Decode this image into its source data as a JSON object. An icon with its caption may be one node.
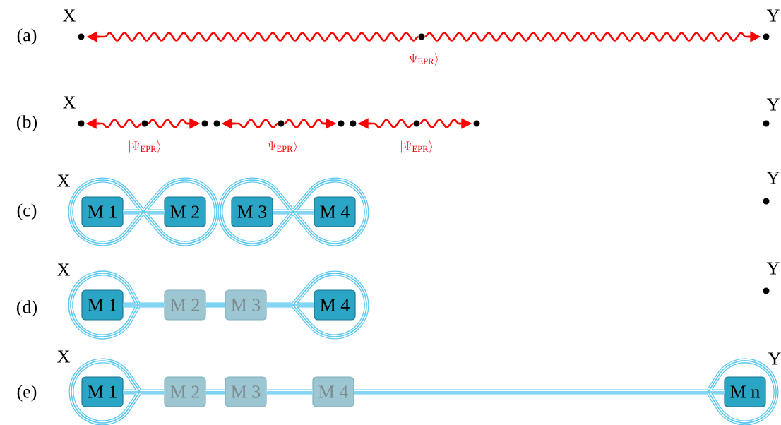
{
  "diagram": {
    "nodes": [
      {
        "text": [],
        "shape": "circle",
        "beside": [
          "X"
        ]
      },
      {
        "text": [],
        "shape": "circle",
        "beside": [
          "|\\Psi_{\\mathrm{EPR}}\\rangle"
        ]
      },
      {
        "text": [],
        "shape": "circle",
        "beside": [
          "Y"
        ]
      },
      {
        "text": [],
        "shape": "circle",
        "beside": [
          "X"
        ]
      },
      {
        "text": [],
        "shape": "circle",
        "beside": [
          "|\\Psi_{\\mathrm{EPR}}\\rangle"
        ]
      },
      {
        "text": [],
        "shape": "circle"
      },
      {
        "text": [],
        "shape": "circle"
      },
      {
        "text": [],
        "shape": "circle",
        "beside": [
          "|\\Psi_{\\mathrm{EPR}}\\rangle"
        ]
      },
      {
        "text": [],
        "shape": "circle"
      },
      {
        "text": [],
        "shape": "circle"
      },
      {
        "text": [],
        "shape": "circle",
        "beside": [
          "|\\Psi_{\\mathrm{EPR}}\\rangle"
        ]
      },
      {
        "text": [],
        "shape": "circle"
      },
      {
        "text": [],
        "shape": "circle",
        "beside": [
          "Y"
        ]
      },
      {
        "text": [
          "M 1"
        ],
        "beside": [
          "X"
        ]
      },
      {
        "text": [
          "M 2"
        ]
      },
      {
        "text": [
          "M 3"
        ]
      },
      {
        "text": [
          "M 4"
        ]
      },
      {
        "text": [],
        "shape": "circle",
        "beside": [
          "Y"
        ]
      },
      {
        "text": [
          "M 1"
        ],
        "beside": [
          "X"
        ]
      },
      {
        "text": [
          "M 2"
        ]
      },
      {
        "text": [
          "M 3"
        ]
      },
      {
        "text": [
          "M 4"
        ]
      },
      {
        "text": [],
        "shape": "circle",
        "beside": [
          "Y"
        ]
      },
      {
        "text": [
          "M 1"
        ],
        "beside": [
          "X"
        ]
      },
      {
        "text": [
          "M 2"
        ]
      },
      {
        "text": [
          "M 3"
        ]
      },
      {
        "text": [
          "M 4"
        ]
      },
      {
        "text": [
          "M n"
        ],
        "beside": [
          "Y"
        ]
      }
    ],
    "edges": [
      {
        "from": 1,
        "to": 0,
        "arrow": "to",
        "color": "#ff0000"
      },
      {
        "from": 1,
        "to": 2,
        "arrow": "to",
        "color": "#ff0000"
      },
      {
        "from": 4,
        "to": 3,
        "arrow": "to",
        "color": "#ff0000"
      },
      {
        "from": 4,
        "to": 5,
        "arrow": "to",
        "color": "#ff0000"
      },
      {
        "from": 7,
        "to": 6,
        "arrow": "to",
        "color": "#ff0000"
      },
      {
        "from": 7,
        "to": 8,
        "arrow": "to",
        "color": "#ff0000"
      },
      {
        "from": 10,
        "to": 9,
        "arrow": "to",
        "color": "#ff0000"
      },
      {
        "from": 10,
        "to": 11,
        "arrow": "to",
        "color": "#ff0000"
      },
      {
        "from": 13,
        "to": 14,
        "arrow": "none"
      },
      {
        "from": 15,
        "to": 16,
        "arrow": "none"
      },
      {
        "from": 18,
        "to": 19,
        "arrow": "none"
      },
      {
        "from": 19,
        "to": 20,
        "arrow": "none"
      },
      {
        "from": 20,
        "to": 21,
        "arrow": "none"
      },
      {
        "from": 23,
        "to": 24,
        "arrow": "none"
      },
      {
        "from": 24,
        "to": 25,
        "arrow": "none"
      },
      {
        "from": 25,
        "to": 26,
        "arrow": "none"
      },
      {
        "from": 26,
        "to": 27,
        "arrow": "none"
      }
    ],
    "labels": [
      "(a)",
      "(b)",
      "(c)",
      "(d)",
      "(e)"
    ]
  }
}
